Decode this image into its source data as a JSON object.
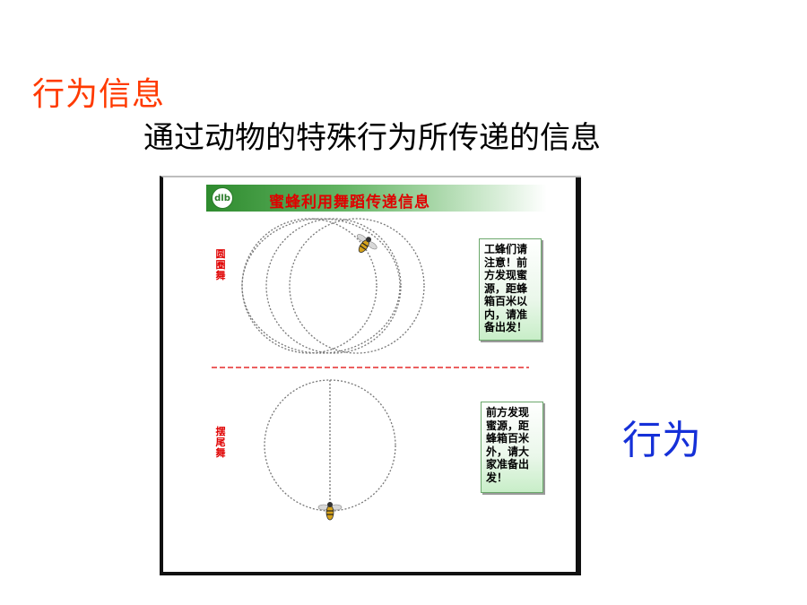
{
  "heading": "行为信息",
  "subheading": "通过动物的特殊行为所传递的信息",
  "side_label": "行为",
  "panel": {
    "logo_text": "dlb",
    "title": "蜜蜂利用舞蹈传递信息",
    "round_dance": {
      "label": "圆圈舞",
      "message": "工蜂们请注意！前方发现蜜源，距蜂箱百米以内，请准备出发！"
    },
    "waggle_dance": {
      "label": "摆尾舞",
      "message": "前方发现蜜源，距蜂箱百米外，请大家准备出发！"
    }
  },
  "colors": {
    "heading": "#ff3a00",
    "side_label": "#1530d8",
    "panel_title": "#e00000",
    "title_bar": "#2e8b2e",
    "divider": "#e00000"
  }
}
